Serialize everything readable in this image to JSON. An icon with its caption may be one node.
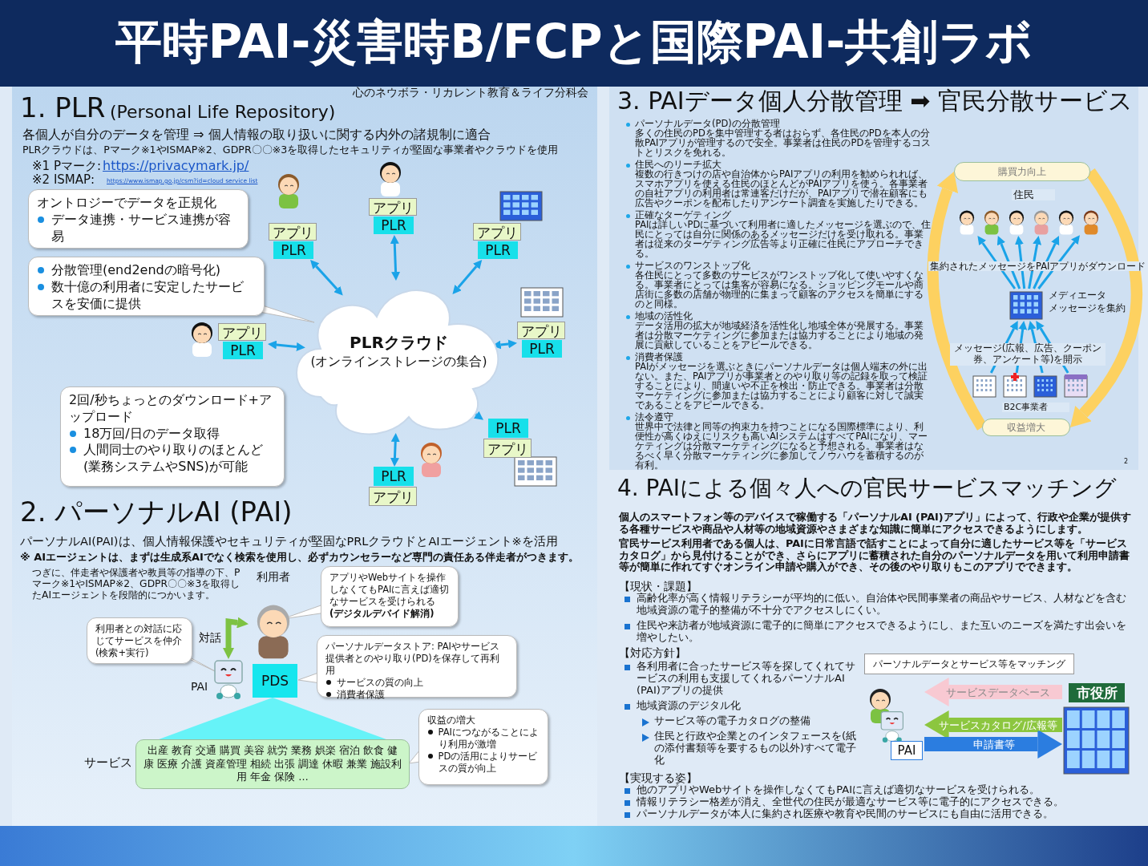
{
  "diagram": {
    "title": "平時PAI-災害時B/FCPと国際PAI-共創ラボ",
    "nodes": [
      {
        "text": [
          "PLRクラウド",
          "(オンラインストレージの集合)"
        ]
      },
      {
        "text": [
          "アプリ",
          "PLR"
        ]
      },
      {
        "text": [
          "アプリ",
          "PLR"
        ]
      },
      {
        "text": [
          "アプリ",
          "PLR"
        ]
      },
      {
        "text": [
          "アプリ",
          "PLR"
        ]
      },
      {
        "text": [
          "アプリ",
          "PLR"
        ]
      },
      {
        "text": [
          "PLR",
          "アプリ"
        ]
      },
      {
        "text": [
          "PLR",
          "アプリ"
        ]
      },
      {
        "text": [
          "オントロジーでデータを正規化",
          "データ連携・サービス連携が容易"
        ]
      },
      {
        "text": [
          "分散管理(end2endの暗号化)",
          "数十億の利用者に安定したサービスを安価に提供"
        ]
      },
      {
        "text": [
          "2回/秒ちょっとのダウンロード+アップロード",
          "18万回/日のデータ取得",
          "人間同士のやり取りのほとんど(業務システムやSNS)が可能"
        ]
      },
      {
        "text": [],
        "shape": "person",
        "beside": [
          "利用者"
        ]
      },
      {
        "text": [],
        "shape": "picture",
        "beside": [
          "PAI"
        ]
      },
      {
        "text": [
          "PDS"
        ]
      },
      {
        "text": [
          "出産 教育 交通 購買 美容 就労 業務 娯楽 宿泊 飲食 健康 医療 介護 資産管理 相続 出張 調達 休暇 兼業 施設利用 年金 保険 …"
        ],
        "beside": [
          "サービス"
        ]
      },
      {
        "text": [
          "利用者との対話に応じてサービスを仲介(検索+実行)"
        ]
      },
      {
        "text": [
          "アプリやWebサイトを操作しなくてもPAIに言えば適切なサービスを受けられる",
          "(デジタルデバイド解消)"
        ]
      },
      {
        "text": [
          "パーソナルデータストア: PAIやサービス提供者とのやり取り(PD)を保存して再利用",
          "サービスの質の向上",
          "消費者保護"
        ]
      },
      {
        "text": [
          "収益の増大",
          "PAIにつながることにより利用が激増",
          "PDの活用によりサービスの質が向上"
        ]
      },
      {
        "text": [
          "購買力向上"
        ]
      },
      {
        "text": [],
        "shape": "person"
      },
      {
        "text": [],
        "shape": "person"
      },
      {
        "text": [],
        "shape": "person"
      },
      {
        "text": [],
        "shape": "person"
      },
      {
        "text": [],
        "shape": "person"
      },
      {
        "text": [],
        "shape": "person"
      },
      {
        "text": [],
        "shape": "picture",
        "beside": [
          "メディエータ",
          "メッセージを集約"
        ]
      },
      {
        "text": [],
        "shape": "picture"
      },
      {
        "text": [],
        "shape": "picture"
      },
      {
        "text": [],
        "shape": "picture"
      },
      {
        "text": [],
        "shape": "picture"
      },
      {
        "text": [
          "収益増大"
        ]
      },
      {
        "text": [
          "パーソナルデータとサービス等をマッチング"
        ]
      },
      {
        "text": [
          "PAI"
        ]
      },
      {
        "text": [
          "市役所"
        ]
      },
      {
        "text": [],
        "shape": "triangle"
      }
    ],
    "edges": [
      {
        "from": 0,
        "to": 1,
        "arrow": "both"
      },
      {
        "from": 0,
        "to": 2,
        "arrow": "both"
      },
      {
        "from": 0,
        "to": 3,
        "arrow": "both"
      },
      {
        "from": 0,
        "to": 4,
        "arrow": "both"
      },
      {
        "from": 0,
        "to": 5,
        "arrow": "both"
      },
      {
        "from": 0,
        "to": 6,
        "arrow": "both"
      },
      {
        "from": 0,
        "to": 7,
        "arrow": "both"
      },
      {
        "from": 11,
        "to": 12,
        "arrow": "both",
        "label": "対話",
        "style": "thick",
        "color": "#7dc242"
      },
      {
        "from": 26,
        "to": 20,
        "arrow": "to"
      },
      {
        "from": 26,
        "to": 21,
        "arrow": "to"
      },
      {
        "from": 26,
        "to": 22,
        "arrow": "to"
      },
      {
        "from": 26,
        "to": 23,
        "arrow": "to"
      },
      {
        "from": 26,
        "to": 24,
        "arrow": "to"
      },
      {
        "from": 26,
        "to": 25,
        "arrow": "to"
      },
      {
        "from": 27,
        "to": 26,
        "arrow": "to"
      },
      {
        "from": 28,
        "to": 26,
        "arrow": "to"
      },
      {
        "from": 29,
        "to": 26,
        "arrow": "to"
      },
      {
        "from": 30,
        "to": 26,
        "arrow": "to"
      },
      {
        "from": 31,
        "to": 19,
        "arrow": "to",
        "style": "thick",
        "color": "#fdd160"
      },
      {
        "from": 19,
        "to": 31,
        "arrow": "to",
        "style": "thick",
        "color": "#fdd160"
      },
      {
        "from": 34,
        "to": 33,
        "arrow": "to",
        "label": "サービスデータベース",
        "style": "thick",
        "color": "#f8c9d2"
      },
      {
        "from": 34,
        "to": 33,
        "arrow": "to",
        "label": "サービスカタログ/広報等",
        "style": "thick",
        "color": "#8cc63f"
      },
      {
        "from": 33,
        "to": 34,
        "arrow": "to",
        "label": "申請書等",
        "style": "thick",
        "color": "#2b7de0"
      }
    ],
    "labels": [
      "心のネウボラ・リカレント教育＆ライフ分科会",
      "1. PLR",
      "(Personal Life Repository)",
      "各個人が自分のデータを管理 ⇒ 個人情報の取り扱いに関する内外の諸規制に適合",
      "PLRクラウドは、Pマーク※1やISMAP※2、GDPR〇〇※3を取得したセキュリティが堅固な事業者やクラウドを使用",
      "※1 Pマーク:",
      "https://privacymark.jp/",
      "※2 ISMAP:",
      "https://www.ismap.go.jp/csm?id=cloud service list",
      "2. パーソナルAI (PAI)",
      "パーソナルAI(PAI)は、個人情報保護やセキュリティが堅固なPRLクラウドとAIエージェント※を活用",
      "※ AIエージェントは、まずは生成系AIでなく検索を使用し、必ずカウンセラーなど専門の責任ある伴走者がつきます。",
      "つぎに、伴走者や保護者や教員等の指導の下、Pマーク※1やISMAP※2、GDPR〇〇※3を取得したAIエージェントを段階的につかいます。",
      "3. PAIデータ個人分散管理 ➡ 官民分散サービス",
      "パーソナルデータ(PD)の分散管理",
      "多くの住民のPDを集中管理する者はおらず、各住民のPDを本人の分散PAIアプリが管理するので安全。事業者は住民のPDを管理するコストとリスクを免れる。",
      "住民へのリーチ拡大",
      "複数の行きつけの店や自治体からPAIアプリの利用を勧められれば、スマホアプリを使える住民のほとんどがPAIアプリを使う。各事業者の自社アプリの利用者は常連客だけだが、PAIアプリで潜在顧客にも広告やクーポンを配布したりアンケート調査を実施したりできる。",
      "正確なターゲティング",
      "PAIは詳しいPDに基づいて利用者に適したメッセージを選ぶので、住民にとっては自分に関係のあるメッセージだけを受け取れる。事業者は従来のターゲティング広告等より正確に住民にアプローチできる。",
      "サービスのワンストップ化",
      "各住民にとって多数のサービスがワンストップ化して使いやすくなる。事業者にとっては集客が容易になる。ショッピングモールや商店街に多数の店舗が物理的に集まって顧客のアクセスを簡単にするのと同様。",
      "地域の活性化",
      "データ活用の拡大が地域経済を活性化し地域全体が発展する。事業者は分散マーケティングに参加または協力することにより地域の発展に貢献していることをアピールできる。",
      "消費者保護",
      "PAIがメッセージを選ぶときにパーソナルデータは個人端末の外に出ない。また、PAIアプリが事業者とのやり取り等の記録を取って検証することにより、間違いや不正を検出・防止できる。事業者は分散マーケティングに参加または協力することにより顧客に対して誠実であることをアピールできる。",
      "法令遵守",
      "世界中で法律と同等の拘束力を持つことになる国際標準により、利便性が高くゆえにリスクも高いAIシステムはすべてPAIになり、マーケティングは分散マーケティングになると予想される。事業者はなるべく早く分散マーケティングに参加してノウハウを蓄積するのが有利。",
      "住民",
      "集約されたメッセージをPAIアプリがダウンロード",
      "メッセージ(広報、広告、クーポン券、アンケート等)を開示",
      "B2C事業者",
      "2",
      "4. PAIによる個々人への官民サービスマッチング",
      "個人のスマートフォン等のデバイスで稼働する「パーソナルAI (PAI)アプリ」によって、行政や企業が提供する各種サービスや商品や人材等の地域資源やさまざまな知識に簡単にアクセスできるようにします。",
      "官民サービス利用者である個人は、PAIに日常言語で話すことによって自分に適したサービス等を「サービスカタログ」から見付けることができ、さらにアプリに蓄積された自分のパーソナルデータを用いて利用申請書等が簡単に作れてすぐオンライン申請や購入ができ、その後のやり取りもこのアプリでできます。",
      "【現状・課題】",
      "高齢化率が高く情報リテラシーが平均的に低い。自治体や民間事業者の商品やサービス、人材などを含む地域資源の電子的整備が不十分でアクセスしにくい。",
      "住民や来訪者が地域資源に電子的に簡単にアクセスできるようにし、また互いのニーズを満たす出会いを増やしたい。",
      "【対応方針】",
      "各利用者に合ったサービス等を探してくれてサービスの利用も支援してくれるパーソナルAI (PAI)アプリの提供",
      "地域資源のデジタル化",
      "サービス等の電子カタログの整備",
      "住民と行政や企業とのインタフェースを(紙の添付書類等を要するもの以外)すべて電子化",
      "【実現する姿】",
      "他のアプリやWebサイトを操作しなくてもPAIに言えば適切なサービスを受けられる。",
      "情報リテラシー格差が消え、全世代の住民が最適なサービス等に電子的にアクセスできる。",
      "パーソナルデータが本人に集約され医療や教育や民間のサービスにも自由に活用できる。"
    ]
  }
}
